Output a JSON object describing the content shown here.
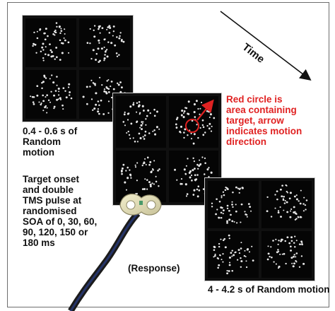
{
  "time_label": "Time",
  "label_random_motion_1": "0.4 - 0.6 s of\nRandom\nmotion",
  "label_target_onset": "Target onset\nand double\nTMS pulse at\nrandomised\nSOA of 0, 30, 60,\n90, 120, 150 or\n180 ms",
  "label_red_circle": "Red circle is\narea containing\ntarget, arrow\nindicates motion\ndirection",
  "label_response": "(Response)",
  "label_random_motion_2": "4 - 4.2 s of Random motion",
  "colors": {
    "annotation_red": "#e02222",
    "dots": "#e8e8e8",
    "panel_bg": "#050505"
  }
}
